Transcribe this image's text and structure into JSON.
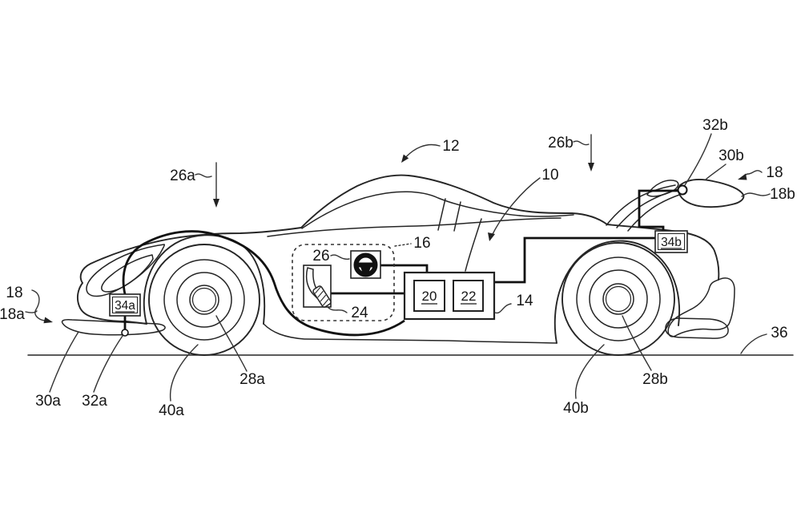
{
  "figure": {
    "type": "patent-line-drawing",
    "subject": "side view of a sports car with active aerodynamic control system",
    "background_color": "#ffffff",
    "line_color": "#252525"
  },
  "labels": {
    "roof_12": "12",
    "vehicle_10": "10",
    "front_airflow_26a": "26a",
    "rear_airflow_26b": "26b",
    "rear_pivot_32b": "32b",
    "rear_wing_30b": "30b",
    "rear_aero_18": "18",
    "rear_aero_element_18b": "18b",
    "cockpit_16": "16",
    "steering_input_26": "26",
    "pedal_input_24": "24",
    "controller_20": "20",
    "controller_22": "22",
    "control_unit_14": "14",
    "front_actuator_34a": "34a",
    "rear_actuator_34b": "34b",
    "front_aero_18": "18",
    "front_aero_element_18a": "18a",
    "front_splitter_30a": "30a",
    "front_pivot_32a": "32a",
    "front_tire_40a": "40a",
    "front_hub_28a": "28a",
    "rear_tire_40b": "40b",
    "rear_hub_28b": "28b",
    "ground_36": "36"
  }
}
